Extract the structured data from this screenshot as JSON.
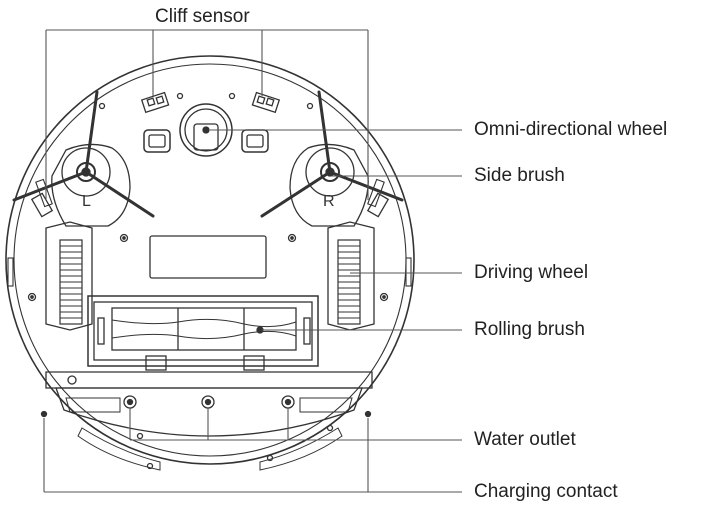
{
  "diagram": {
    "labels": {
      "cliff_sensor": "Cliff sensor",
      "omni_wheel": "Omni-directional wheel",
      "side_brush": "Side brush",
      "driving_wheel": "Driving wheel",
      "rolling_brush": "Rolling brush",
      "water_outlet": "Water outlet",
      "charging_contact": "Charging contact",
      "left_mark": "L",
      "right_mark": "R"
    }
  }
}
